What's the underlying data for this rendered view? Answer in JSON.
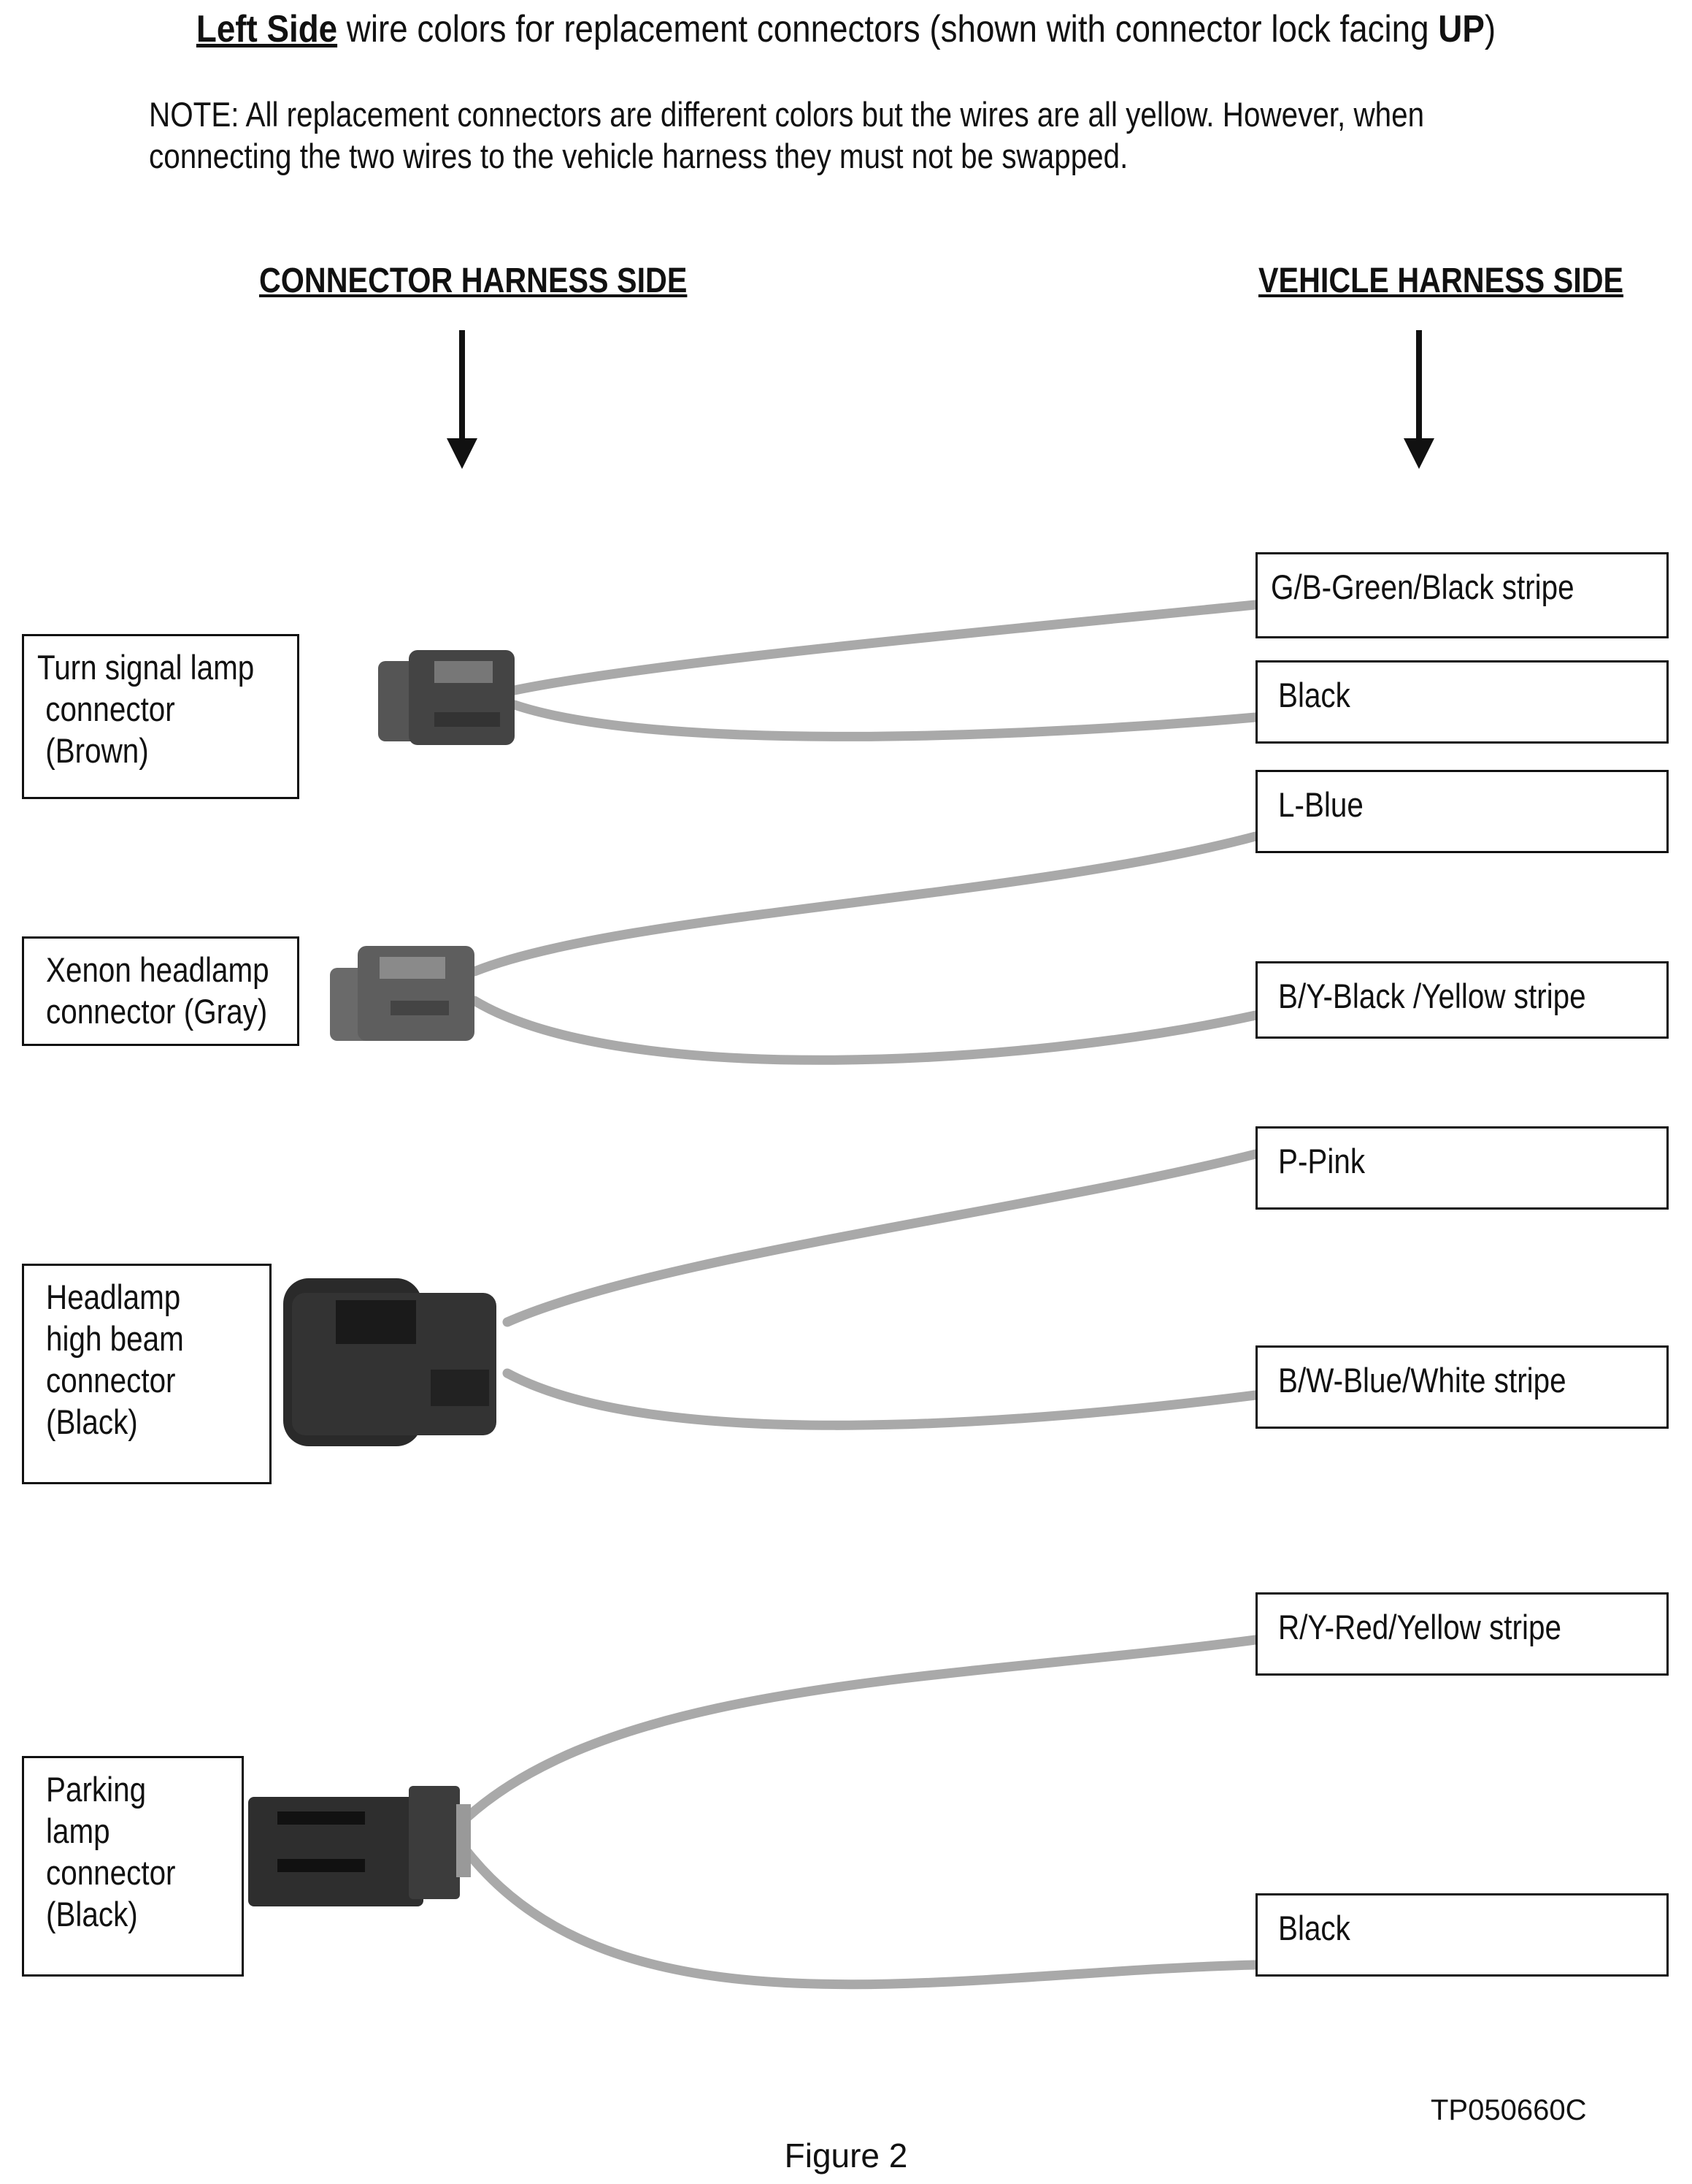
{
  "title": {
    "bold_underline": "Left Side",
    "middle": " wire colors for replacement connectors (shown with connector lock facing ",
    "bold_end": "UP",
    "close": ")"
  },
  "note": "NOTE: All replacement connectors are different colors but the wires are all yellow.  However, when connecting the two wires to the vehicle harness they must not be swapped.",
  "headers": {
    "connector_side": "CONNECTOR HARNESS SIDE",
    "vehicle_side": "VEHICLE HARNESS SIDE"
  },
  "connectors": [
    {
      "label": "Turn signal lamp\n connector\n (Brown)"
    },
    {
      "label": "Xenon headlamp\nconnector (Gray)"
    },
    {
      "label": "Headlamp\nhigh beam\nconnector\n(Black)"
    },
    {
      "label": "Parking\nlamp\nconnector\n(Black)"
    }
  ],
  "wire_labels": [
    "G/B-Green/Black stripe",
    "Black",
    "L-Blue",
    "B/Y-Black /Yellow stripe",
    "P-Pink",
    "B/W-Blue/White stripe",
    "R/Y-Red/Yellow stripe",
    "Black"
  ],
  "code": "TP050660C",
  "figure": "Figure 2"
}
